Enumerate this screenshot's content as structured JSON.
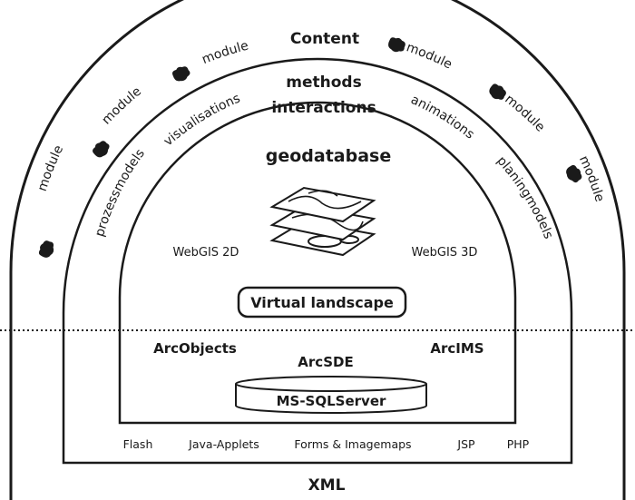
{
  "outer_ring": {
    "title": "Content",
    "module_label": "module"
  },
  "middle_ring": {
    "title_line1": "methods",
    "title_line2": "interactions",
    "left_upper": "visualisations",
    "left_lower": "prozessmodels",
    "right_upper": "animations",
    "right_lower": "planingmodels"
  },
  "inner_arch": {
    "title": "geodatabase",
    "left_label": "WebGIS 2D",
    "right_label": "WebGIS 3D",
    "landscape_label": "Virtual landscape"
  },
  "lower_box": {
    "arcobjects": "ArcObjects",
    "arcims": "ArcIMS",
    "arcsde": "ArcSDE",
    "database": "MS-SQLServer"
  },
  "technologies": [
    "Flash",
    "Java-Applets",
    "Forms & Imagemaps",
    "JSP",
    "PHP"
  ],
  "footer": "XML",
  "colors": {
    "line": "#1a1a1a",
    "background": "#ffffff"
  }
}
